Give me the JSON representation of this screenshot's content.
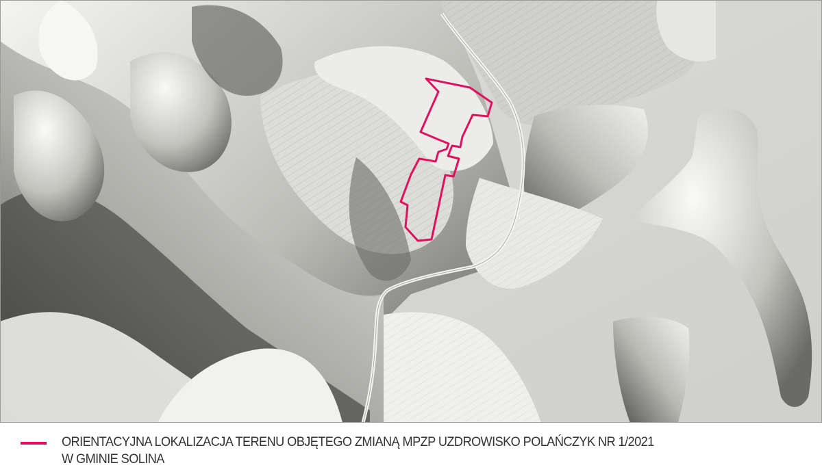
{
  "map": {
    "type": "lidar-hillshade",
    "boundary_color": "#e0105e",
    "background_color": "#d8d8d6"
  },
  "legend": {
    "line1": "ORIENTACYJNA LOKALIZACJA TERENU OBJĘTEGO ZMIANĄ MPZP UZDROWISKO POLAŃCZYK NR 1/2021",
    "line2": "W GMINIE SOLINA",
    "swatch_color": "#e0105e"
  }
}
